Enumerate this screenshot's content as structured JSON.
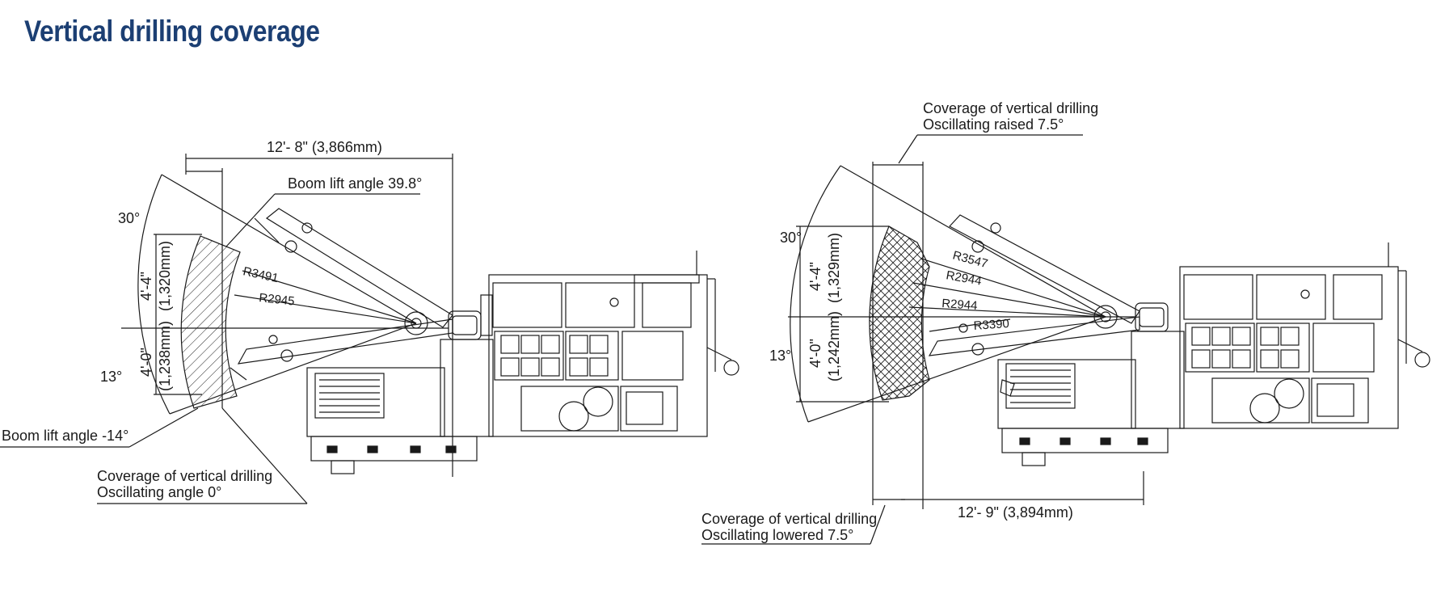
{
  "title": "Vertical drilling coverage",
  "left": {
    "width_dim": "12'- 8\" (3,866mm)",
    "boom_lift_up": "Boom lift angle 39.8°",
    "boom_lift_down": "Boom lift angle -14°",
    "angle_up": "30°",
    "angle_down": "13°",
    "upper_height_ft": "4'-4\"",
    "upper_height_mm": "(1,320mm)",
    "lower_height_ft": "4'-0\"",
    "lower_height_mm": "(1,238mm)",
    "radius_1": "R3491",
    "radius_2": "R2945",
    "coverage_line1": "Coverage of vertical drilling",
    "coverage_line2": "Oscillating angle 0°"
  },
  "right": {
    "width_dim": "12'- 9\" (3,894mm)",
    "raised_line1": "Coverage of vertical drilling",
    "raised_line2": "Oscillating raised 7.5°",
    "lowered_line1": "Coverage of vertical drilling",
    "lowered_line2": "Oscillating lowered 7.5°",
    "angle_up": "30°",
    "angle_down": "13°",
    "upper_height_ft": "4'-4\"",
    "upper_height_mm": "(1,329mm)",
    "lower_height_ft": "4'-0\"",
    "lower_height_mm": "(1,242mm)",
    "radius_1": "R3547",
    "radius_2": "R2944",
    "radius_3": "R2944",
    "radius_4": "R3390"
  },
  "colors": {
    "title": "#1c3f73",
    "line": "#1a1a1a"
  }
}
